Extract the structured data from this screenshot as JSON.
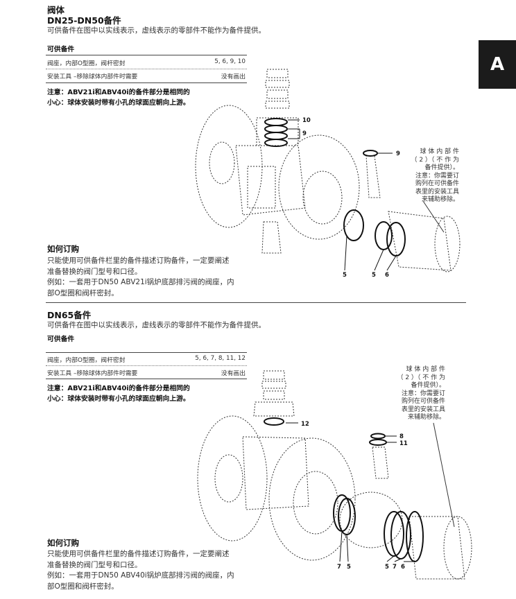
{
  "section_tab": "A",
  "header": {
    "category": "阀体",
    "title": "DN25-DN50备件",
    "intro": "可供备件在图中以实线表示，虚线表示的零部件不能作为备件提供。"
  },
  "dn25": {
    "table_title": "可供备件",
    "rows": [
      {
        "label": "阀座，内部O型圈，阀杆密封",
        "value": "5, 6, 9, 10"
      },
      {
        "label": "安装工具 –移除球体内部件时需要",
        "value": "没有画出"
      }
    ],
    "note1": "注意：ABV21i和ABV40i的备件部分是相同的",
    "note2": "小心：球体安装时带有小孔的球面应朝向上游。",
    "side_note": [
      "球 体 内 部 件",
      "（ 2 ）（ 不 作 为",
      "备件提供）。",
      "注意：你需要订",
      "购列在可供备件",
      "表里的安装工具",
      "来辅助移除。"
    ],
    "callouts": [
      "10",
      "9",
      "9",
      "5",
      "5",
      "6"
    ],
    "order": {
      "title": "如何订购",
      "lines": [
        "只能使用可供备件栏里的备件描述订购备件，一定要阐述",
        "准备替换的阀门型号和口径。",
        "例如：一套用于DN50 ABV21i锅炉底部排污阀的阀座，内",
        "部O型圈和阀杆密封。"
      ]
    }
  },
  "dn65": {
    "title": "DN65备件",
    "intro": "可供备件在图中以实线表示，虚线表示的零部件不能作为备件提供。",
    "table_title": "可供备件",
    "rows": [
      {
        "label": "阀座，内部O型圈，阀杆密封",
        "value": "5, 6, 7, 8, 11, 12"
      },
      {
        "label": "安装工具 –移除球体内部件时需要",
        "value": "没有画出"
      }
    ],
    "note1": "注意：ABV21i和ABV40i的备件部分是相同的",
    "note2": "小心：球体安装时带有小孔的球面应朝向上游。",
    "side_note": [
      "球 体 内 部 件",
      "（ 2 ）（ 不 作 为",
      "备件提供）。",
      "注意：你需要订",
      "购列在可供备件",
      "表里的安装工具",
      "来辅助移除。"
    ],
    "callouts": [
      "12",
      "8",
      "11",
      "7",
      "5",
      "5",
      "7",
      "6"
    ],
    "order": {
      "title": "如何订购",
      "lines": [
        "只能使用可供备件栏里的备件描述订购备件，一定要阐述",
        "准备替换的阀门型号和口径。",
        "例如：一套用于DN50 ABV40i锅炉底部排污阀的阀座，内",
        "部O型圈和阀杆密封。"
      ]
    }
  }
}
